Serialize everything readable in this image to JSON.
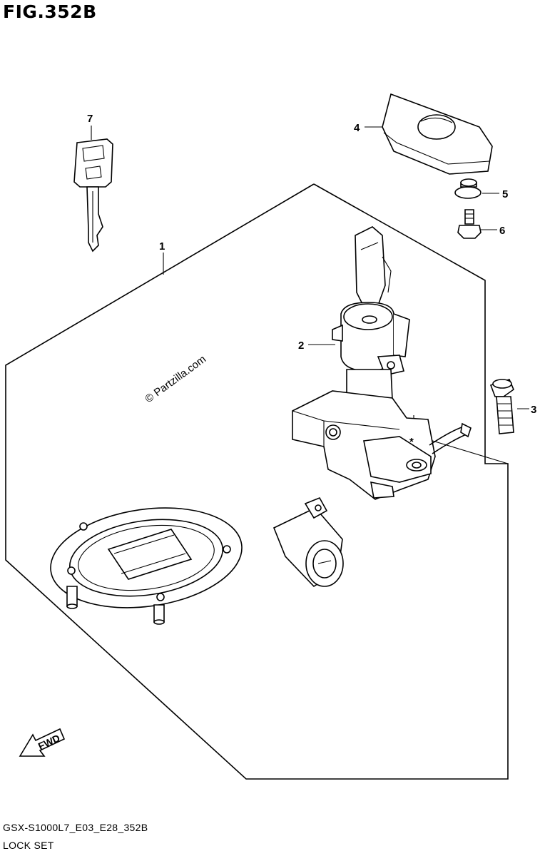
{
  "figure": {
    "title": "FIG.352B",
    "model_code": "GSX-S1000L7_E03_E28_352B",
    "section_name": "LOCK SET",
    "watermark": "© Partzilla.com",
    "fwd_label": "FWD"
  },
  "callouts": [
    {
      "id": "1",
      "label": "1"
    },
    {
      "id": "2",
      "label": "2"
    },
    {
      "id": "3",
      "label": "3"
    },
    {
      "id": "4",
      "label": "4"
    },
    {
      "id": "5",
      "label": "5"
    },
    {
      "id": "6",
      "label": "6"
    },
    {
      "id": "7",
      "label": "7"
    }
  ]
}
